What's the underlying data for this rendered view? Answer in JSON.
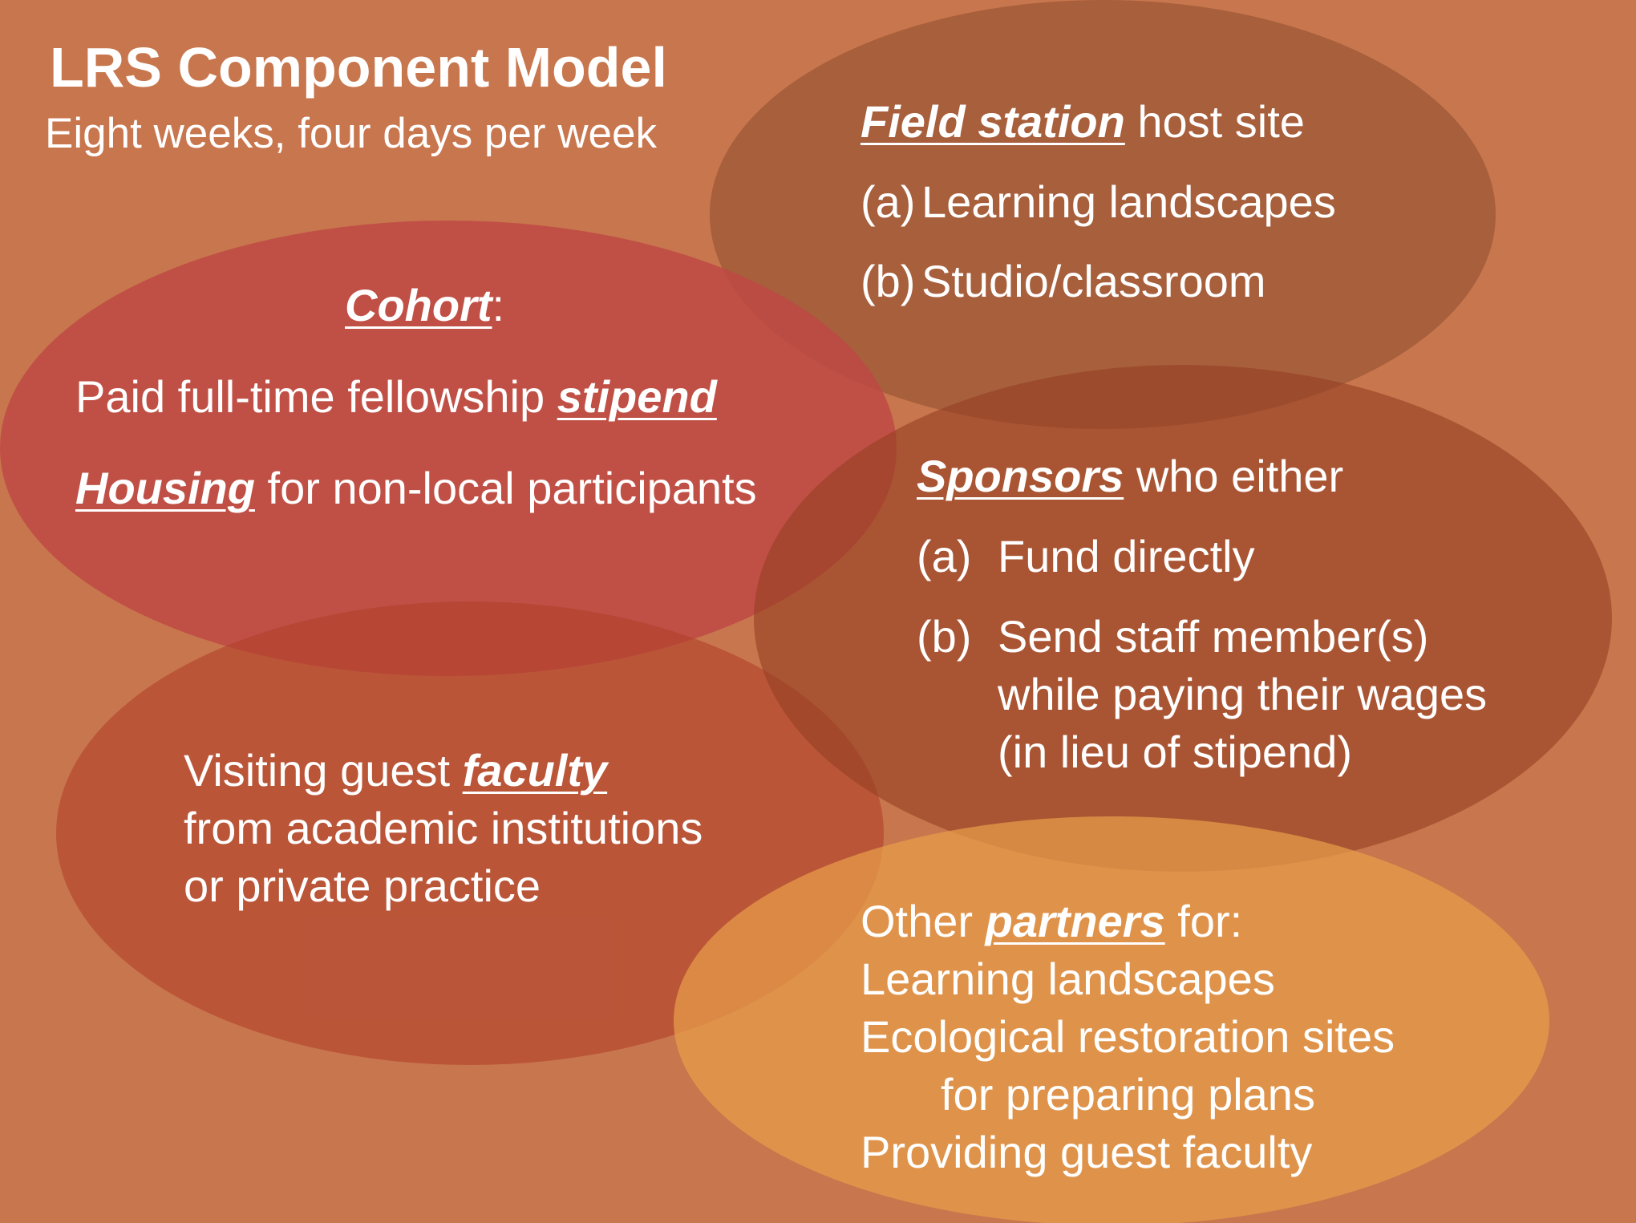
{
  "header": {
    "title": "LRS Component Model",
    "subtitle": "Eight weeks, four days per week"
  },
  "colors": {
    "background": "#c8764d",
    "field_station": "#8c4c30",
    "cohort": "#be4844",
    "faculty": "#b2402c",
    "sponsors": "#964024",
    "partners": "#e89e4a",
    "text": "#ffffff"
  },
  "field_station": {
    "keyword": "Field station",
    "heading_rest": " host site",
    "items": [
      {
        "label": "(a)",
        "text": "Learning landscapes"
      },
      {
        "label": "(b)",
        "text": "Studio/classroom"
      }
    ]
  },
  "cohort": {
    "keyword": "Cohort",
    "heading_rest": ":",
    "line1_text": "Paid full-time fellowship ",
    "line1_keyword": "stipend",
    "line2_keyword": "Housing",
    "line2_text": " for non-local participants"
  },
  "sponsors": {
    "keyword": "Sponsors",
    "heading_rest": " who either",
    "items": [
      {
        "label": "(a)",
        "lines": [
          "Fund directly"
        ]
      },
      {
        "label": "(b)",
        "lines": [
          "Send staff member(s)",
          "while paying their wages",
          "(in lieu of stipend)"
        ]
      }
    ]
  },
  "faculty": {
    "line1_text": "Visiting guest ",
    "line1_keyword": "faculty",
    "line2": "from academic institutions",
    "line3": "or private practice"
  },
  "partners": {
    "line1_text": "Other ",
    "line1_keyword": "partners",
    "line1_rest": " for:",
    "line2": "Learning landscapes",
    "line3": "Ecological restoration sites",
    "line4": "for preparing plans",
    "line5": "Providing guest faculty"
  }
}
